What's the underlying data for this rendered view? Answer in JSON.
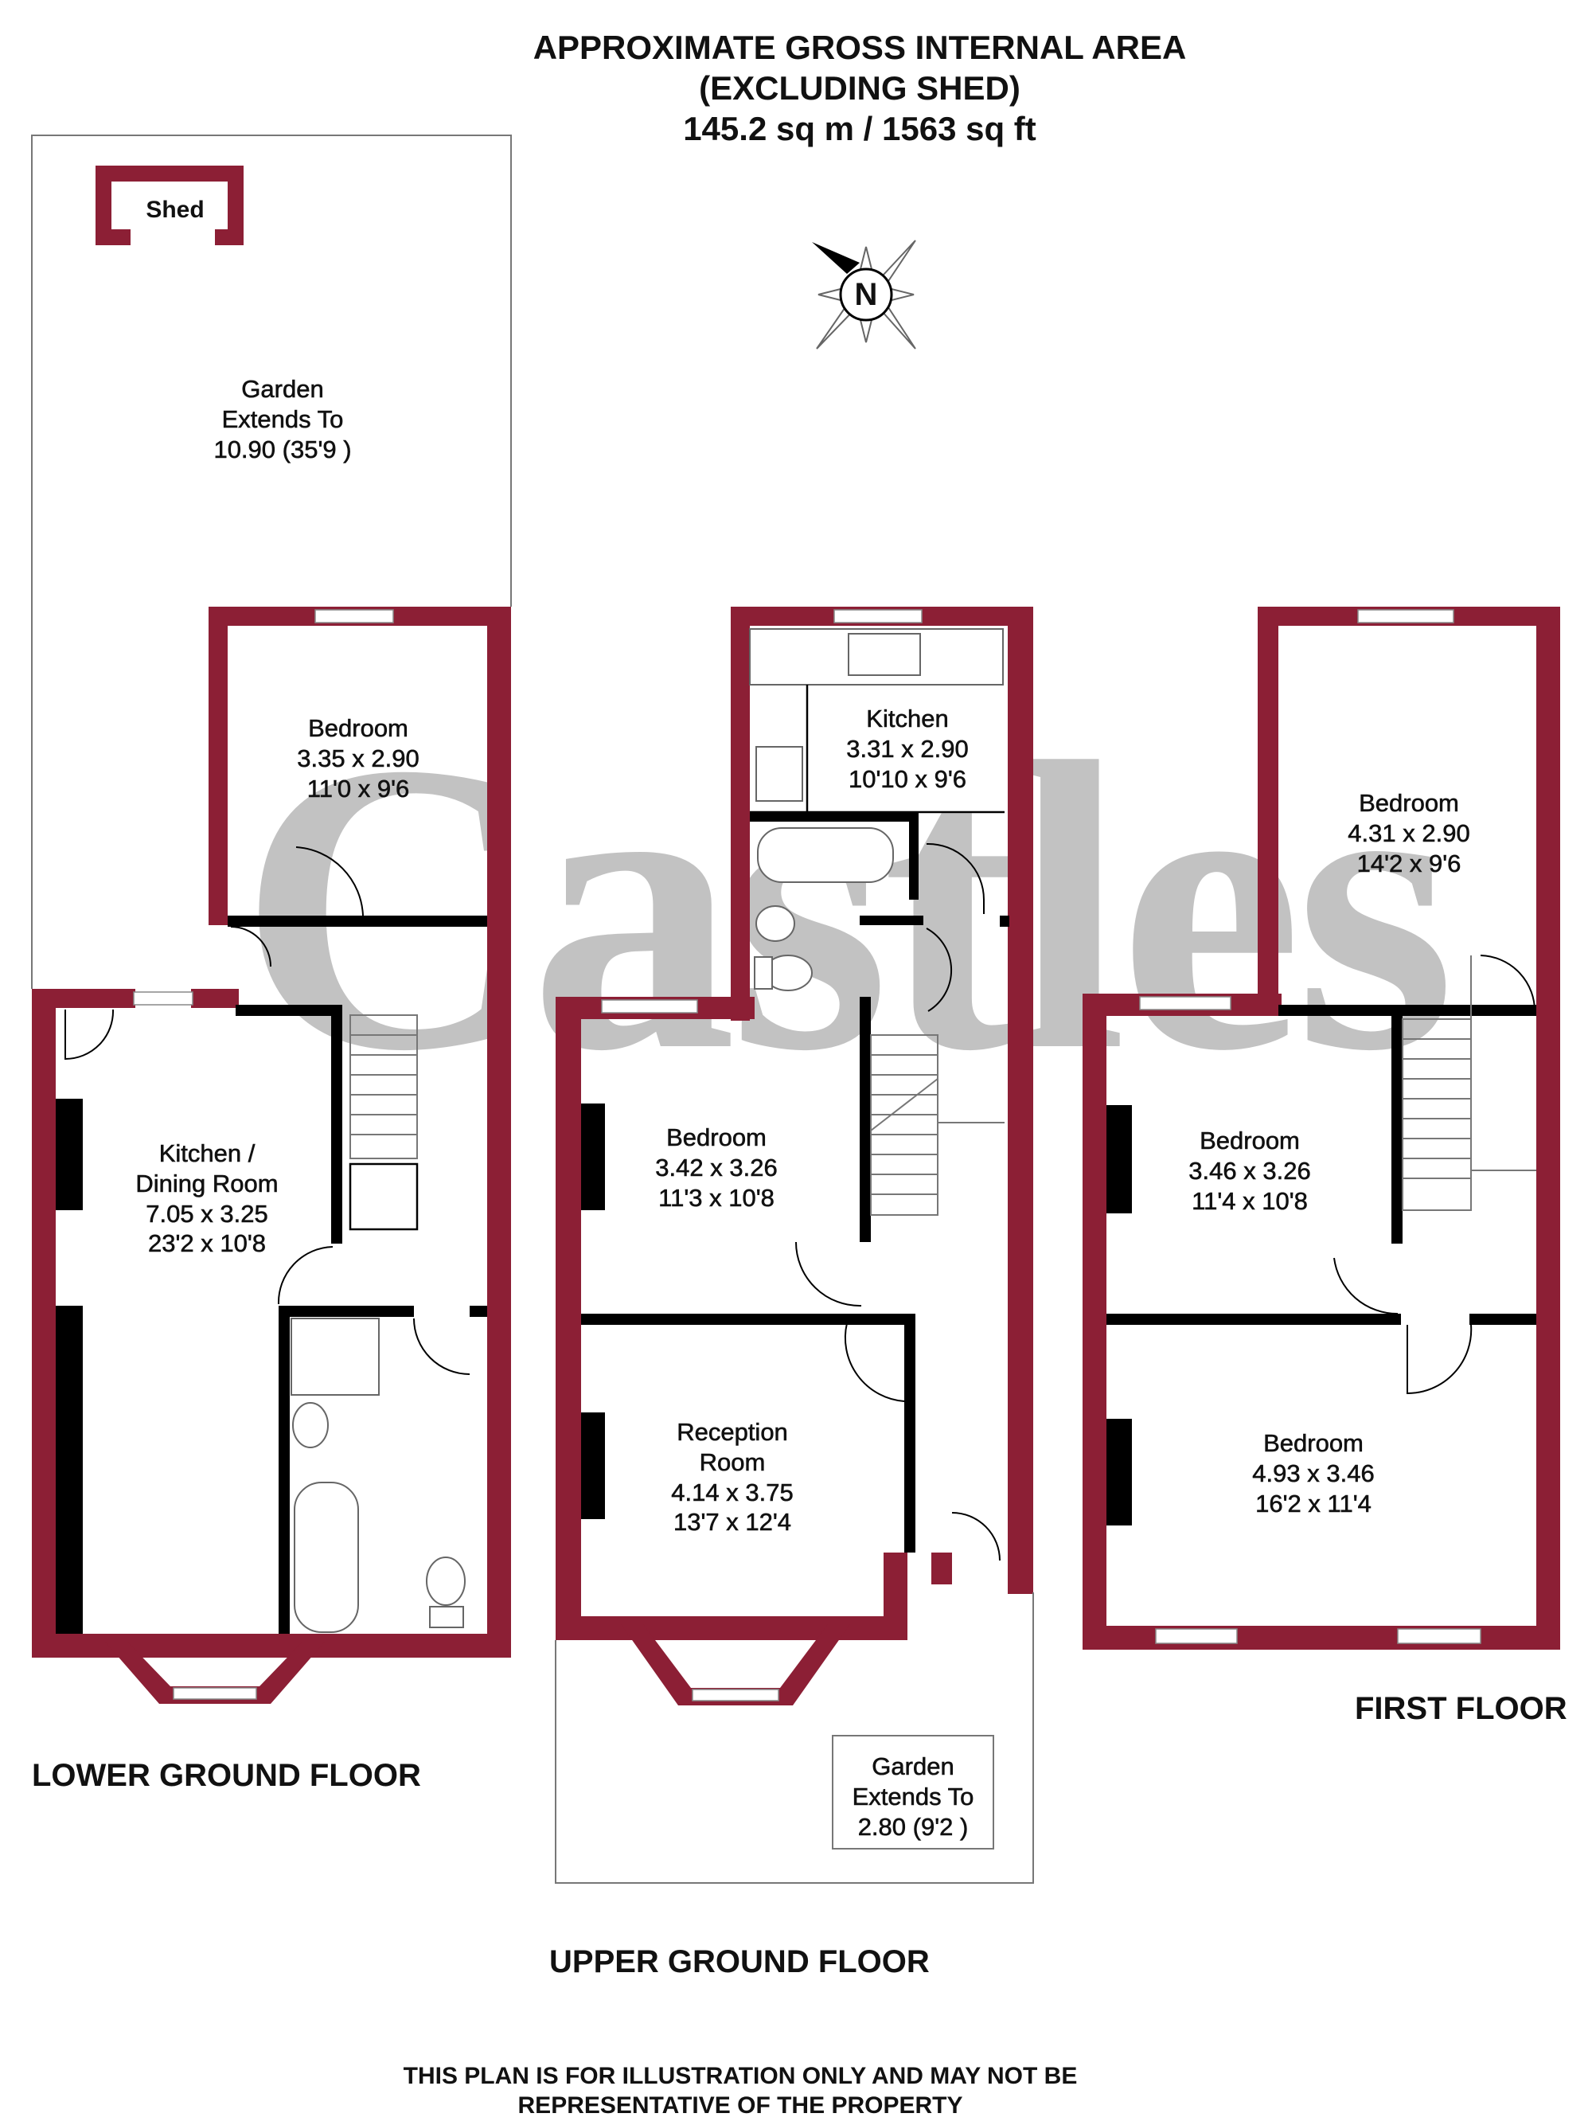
{
  "header": {
    "line1": "APPROXIMATE GROSS INTERNAL AREA",
    "line2": "(EXCLUDING SHED)",
    "line3": "145.2 sq m / 1563 sq ft"
  },
  "compass": {
    "letter": "N"
  },
  "watermark": "Castles",
  "floors": {
    "lower_ground": {
      "label": "LOWER GROUND FLOOR",
      "shed": "Shed",
      "garden": {
        "name": "Garden",
        "line2": "Extends To",
        "size": "10.90 (35'9 )"
      },
      "bedroom": {
        "name": "Bedroom",
        "metric": "3.35 x 2.90",
        "imperial": "11'0 x 9'6"
      },
      "kitchen_dining": {
        "name": "Kitchen /",
        "name2": "Dining Room",
        "metric": "7.05 x 3.25",
        "imperial": "23'2 x 10'8"
      }
    },
    "upper_ground": {
      "label": "UPPER GROUND FLOOR",
      "kitchen": {
        "name": "Kitchen",
        "metric": "3.31 x 2.90",
        "imperial": "10'10 x 9'6"
      },
      "bedroom": {
        "name": "Bedroom",
        "metric": "3.42 x 3.26",
        "imperial": "11'3 x 10'8"
      },
      "reception": {
        "name": "Reception",
        "name2": "Room",
        "metric": "4.14 x 3.75",
        "imperial": "13'7 x 12'4"
      },
      "garden": {
        "name": "Garden",
        "line2": "Extends To",
        "size": "2.80 (9'2 )"
      }
    },
    "first": {
      "label": "FIRST FLOOR",
      "bedroom_rear": {
        "name": "Bedroom",
        "metric": "4.31 x 2.90",
        "imperial": "14'2 x 9'6"
      },
      "bedroom_mid": {
        "name": "Bedroom",
        "metric": "3.46 x 3.26",
        "imperial": "11'4 x 10'8"
      },
      "bedroom_front": {
        "name": "Bedroom",
        "metric": "4.93 x 3.46",
        "imperial": "16'2 x 11'4"
      }
    }
  },
  "footer": {
    "line1": "THIS PLAN IS FOR ILLUSTRATION ONLY AND MAY NOT BE",
    "line2": "REPRESENTATIVE OF THE PROPERTY"
  },
  "colors": {
    "wall": "#8c1f35",
    "line": "#000000",
    "watermark": "#8a8a8a"
  }
}
